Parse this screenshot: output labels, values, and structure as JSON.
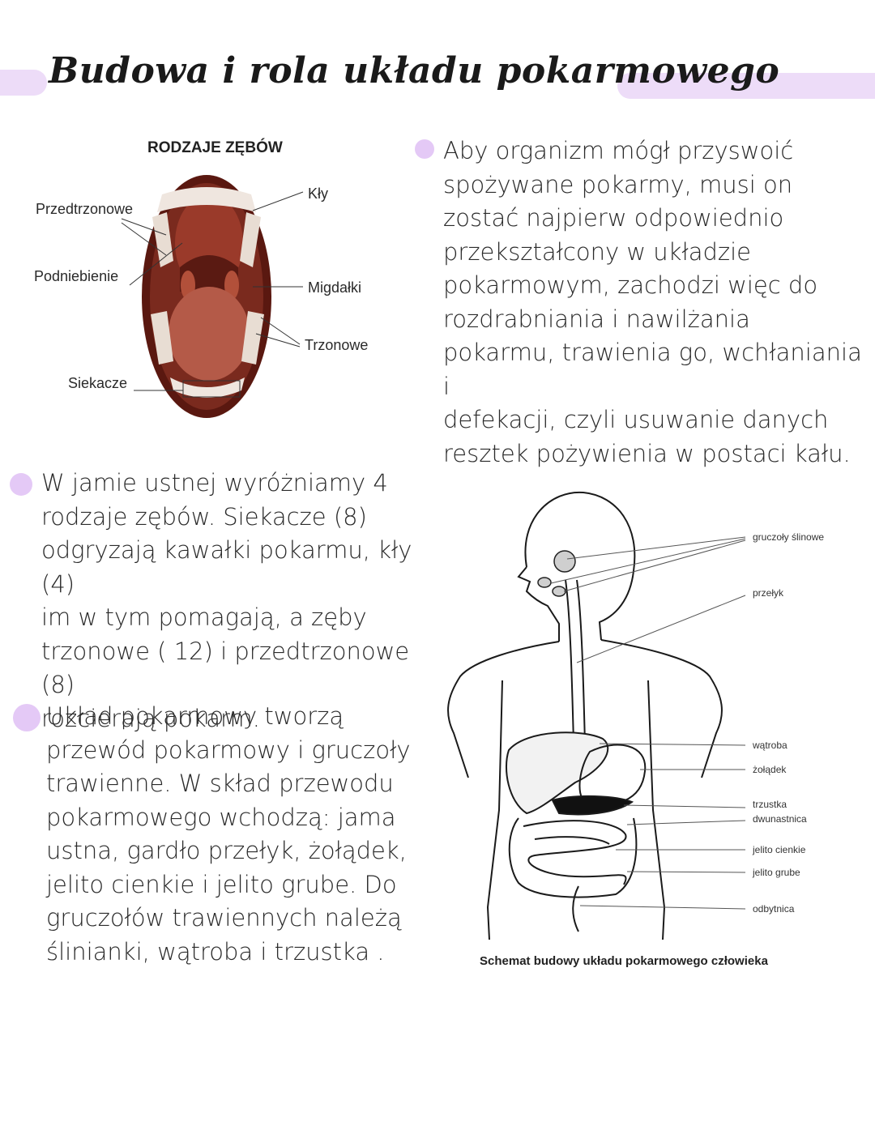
{
  "title": "Budowa i rola układu pokarmowego",
  "colors": {
    "accent": "#e4c9f6",
    "band": "#eddcf8"
  },
  "teeth_figure": {
    "title": "RODZAJE ZĘBÓW",
    "labels": {
      "przedtrzonowe": "Przedtrzonowe",
      "podniebienie": "Podniebienie",
      "siekacze": "Siekacze",
      "kly": "Kły",
      "migdalki": "Migdałki",
      "trzonowe": "Trzonowe"
    }
  },
  "paragraphs": {
    "p1": [
      "Aby organizm mógł przyswoić",
      "spożywane pokarmy, musi on",
      "zostać najpierw odpowiednio",
      "przekształcony w układzie",
      "pokarmowym, zachodzi więc do",
      "rozdrabniania i nawilżania",
      "pokarmu, trawienia go, wchłaniania i",
      "defekacji, czyli usuwanie danych",
      "resztek pożywienia w postaci kału."
    ],
    "p2": [
      "W jamie ustnej wyróżniamy 4",
      "rodzaje zębów. Siekacze (8)",
      "odgryzają kawałki pokarmu, kły (4)",
      "im w tym pomagają, a zęby",
      "trzonowe ( 12) i przedtrzonowe (8)",
      "rozcierają pokarm."
    ],
    "p3": [
      "Układ pokarmowy tworzą",
      "przewód pokarmowy i gruczoły",
      "trawienne. W skład przewodu",
      "pokarmowego wchodzą: jama",
      "ustna, gardło przełyk, żołądek,",
      "jelito cienkie i jelito grube. Do",
      "gruczołów trawiennych należą",
      "ślinianki, wątroba i trzustka ."
    ]
  },
  "digestive_figure": {
    "labels": {
      "gruczoly": "gruczoły ślinowe",
      "przelyk": "przełyk",
      "watroba": "wątroba",
      "zoladek": "żołądek",
      "trzustka": "trzustka",
      "dwunastnica": "dwunastnica",
      "jelito_cienkie": "jelito cienkie",
      "jelito_grube": "jelito grube",
      "odbytnica": "odbytnica"
    },
    "caption": "Schemat budowy układu pokarmowego człowieka"
  }
}
